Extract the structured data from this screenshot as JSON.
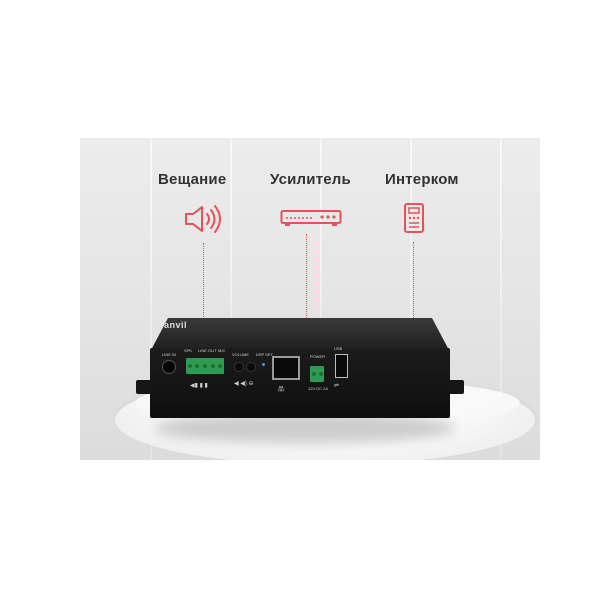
{
  "features": [
    {
      "label": "Вещание",
      "icon": "speaker-icon"
    },
    {
      "label": "Усилитель",
      "icon": "amplifier-icon"
    },
    {
      "label": "Интерком",
      "icon": "intercom-icon"
    }
  ],
  "accent_color": "#e8505b",
  "device": {
    "brand": "Fanvil",
    "port_labels": {
      "line_in": "LINE IN",
      "spk": "SPK",
      "line_out": "LINE OUT",
      "mic": "MIC",
      "volume": "VOLUME",
      "dsp_set": "DSP SET",
      "power": "POWER",
      "usb": "USB",
      "dc": "12V DC 2A"
    }
  }
}
